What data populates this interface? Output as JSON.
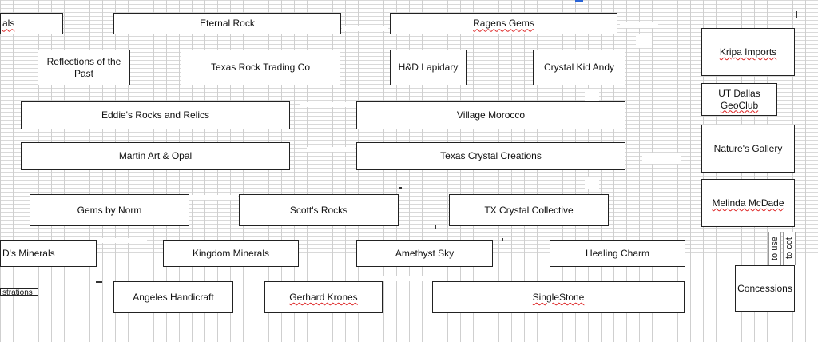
{
  "booths": {
    "minerals_partial": "als",
    "eternal_rock": "Eternal Rock",
    "ragens_gems": "Ragens Gems",
    "reflections": "Reflections of the Past",
    "texas_rock_trading": "Texas Rock Trading Co",
    "hd_lapidary": "H&D Lapidary",
    "crystal_kid_andy": "Crystal Kid Andy",
    "kripa_imports": "Kripa Imports",
    "ut_dallas_line1": "UT Dallas",
    "ut_dallas_line2": "GeoClub",
    "eddies_rocks": "Eddie's Rocks and Relics",
    "village_morocco": "Village Morocco",
    "natures_gallery": "Nature's Gallery",
    "martin_art": "Martin Art & Opal",
    "texas_crystal_creations": "Texas Crystal Creations",
    "melinda_mcdade": "Melinda McDade",
    "gems_by_norm": "Gems by Norm",
    "scotts_rocks": "Scott's Rocks",
    "tx_crystal_collective": "TX Crystal Collective",
    "ds_minerals": "D's Minerals",
    "kingdom_minerals": "Kingdom Minerals",
    "amethyst_sky": "Amethyst Sky",
    "healing_charm": "Healing Charm",
    "concessions": "Concessions",
    "demonstrations_partial": "strations",
    "angeles_handicraft": "Angeles Handicraft",
    "gerhard_krones": "Gerhard Krones",
    "singlestone": "SingleStone"
  },
  "side_notes": {
    "vertical_1": "to use",
    "vertical_2": "to cot"
  }
}
